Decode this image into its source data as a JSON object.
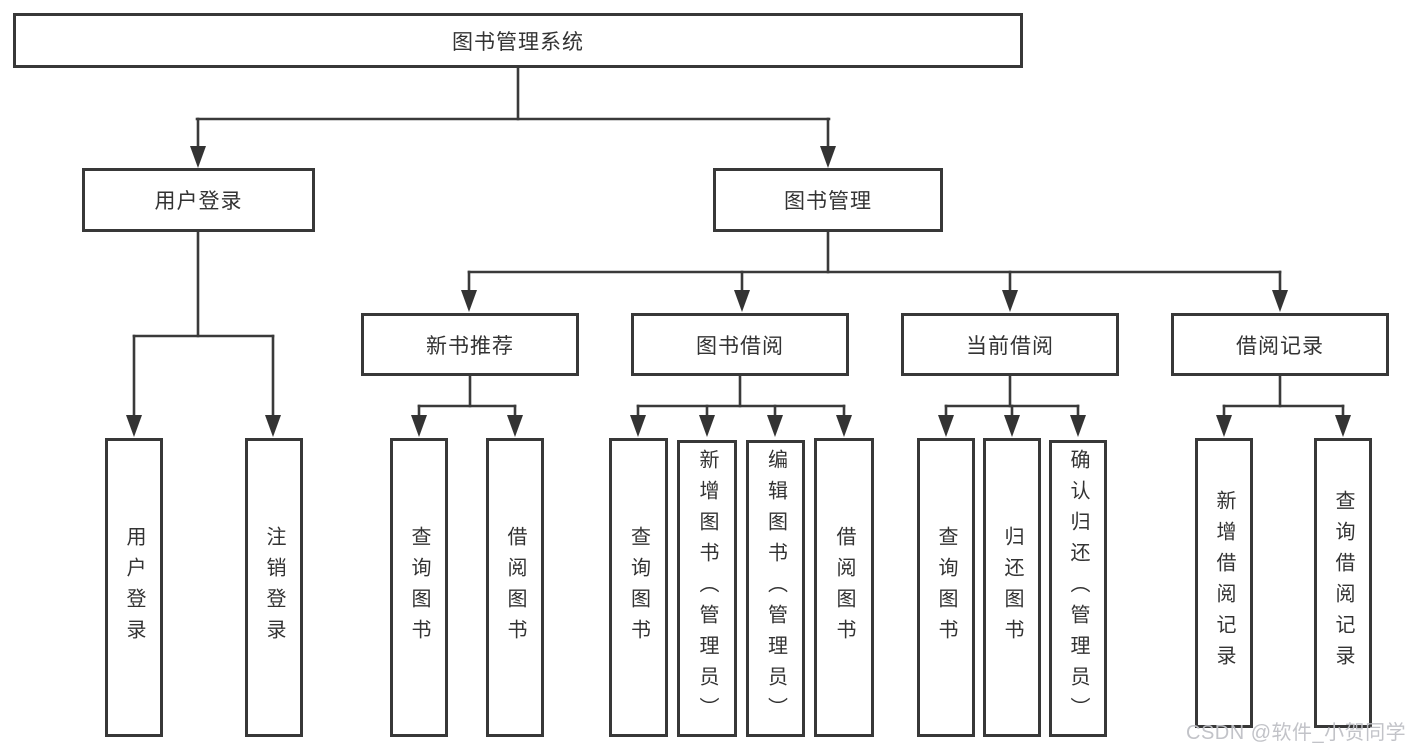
{
  "style": {
    "background": "#ffffff",
    "line_color": "#3a3a3a",
    "box_border_color": "#383838",
    "text_color": "#333333",
    "watermark_color": "#bfc0c6"
  },
  "watermark": {
    "text": "CSDN @软件_小贺同学"
  },
  "tree": {
    "root": {
      "label": "图书管理系统"
    },
    "branches": [
      {
        "label": "用户登录",
        "children": [
          {
            "label": "用户登录"
          },
          {
            "label": "注销登录"
          }
        ]
      },
      {
        "label": "图书管理",
        "children": [
          {
            "label": "新书推荐",
            "children": [
              {
                "label": "查询图书"
              },
              {
                "label": "借阅图书"
              }
            ]
          },
          {
            "label": "图书借阅",
            "children": [
              {
                "label": "查询图书"
              },
              {
                "label": "新增图书（管理员）"
              },
              {
                "label": "编辑图书（管理员）"
              },
              {
                "label": "借阅图书"
              }
            ]
          },
          {
            "label": "当前借阅",
            "children": [
              {
                "label": "查询图书"
              },
              {
                "label": "归还图书"
              },
              {
                "label": "确认归还（管理员）"
              }
            ]
          },
          {
            "label": "借阅记录",
            "children": [
              {
                "label": "新增借阅记录"
              },
              {
                "label": "查询借阅记录"
              }
            ]
          }
        ]
      }
    ]
  }
}
